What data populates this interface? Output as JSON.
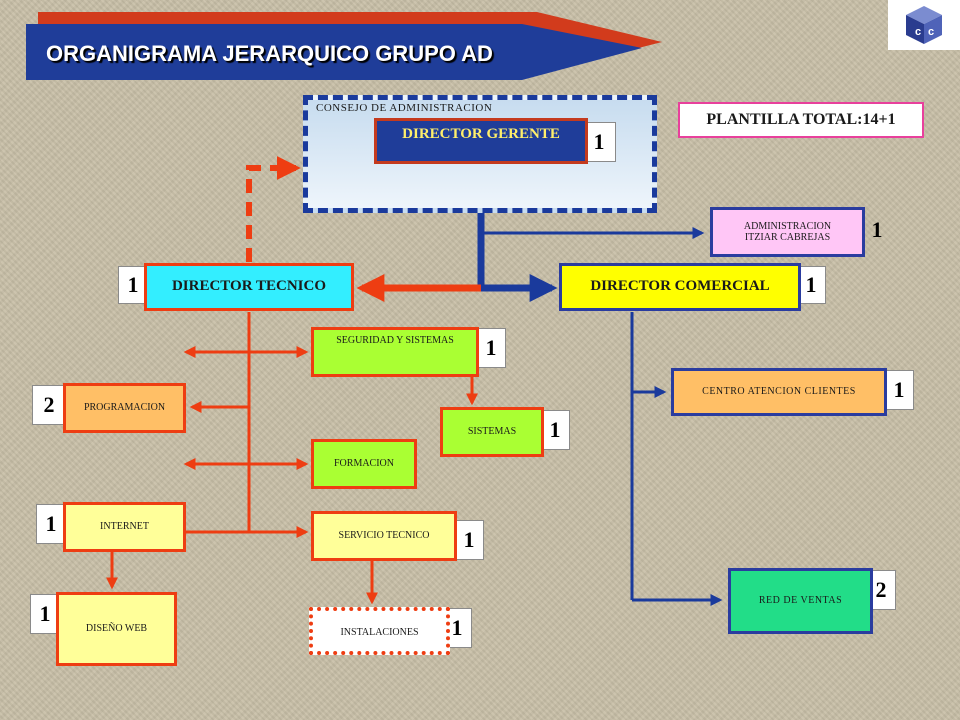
{
  "header": {
    "title": "ORGANIGRAMA JERARQUICO GRUPO AD"
  },
  "logo": {
    "icon": "cube-logo-icon"
  },
  "board": {
    "label": "CONSEJO DE ADMINISTRACION"
  },
  "staff_total": {
    "label": "PLANTILLA TOTAL:14+1"
  },
  "nodes": {
    "director_gerente": {
      "label": "DIRECTOR GERENTE",
      "count": "1"
    },
    "administracion": {
      "label_line1": "ADMINISTRACION",
      "label_line2": "ITZIAR CABREJAS",
      "count": "1"
    },
    "director_tecnico": {
      "label": "DIRECTOR TECNICO",
      "count": "1"
    },
    "director_comercial": {
      "label": "DIRECTOR COMERCIAL",
      "count": "1"
    },
    "seguridad_sistemas": {
      "label": "SEGURIDAD Y SISTEMAS",
      "count": "1"
    },
    "programacion": {
      "label": "PROGRAMACION",
      "count": "2"
    },
    "sistemas": {
      "label": "SISTEMAS",
      "count": "1"
    },
    "formacion": {
      "label": "FORMACION"
    },
    "internet": {
      "label": "INTERNET",
      "count": "1"
    },
    "servicio_tecnico": {
      "label": "SERVICIO TECNICO",
      "count": "1"
    },
    "diseno_web": {
      "label": "DISEÑO WEB",
      "count": "1"
    },
    "instalaciones": {
      "label": "INSTALACIONES",
      "count": "1"
    },
    "centro_atencion": {
      "label": "CENTRO ATENCION CLIENTES",
      "count": "1"
    },
    "red_ventas": {
      "label": "RED DE VENTAS",
      "count": "2"
    }
  },
  "colors": {
    "header_blue": "#1f3d99",
    "header_red": "#d23b1c",
    "blue_line": "#1a3a9c",
    "red_line": "#ee3d12",
    "cyan": "#33eeff",
    "yellow": "#ffff00",
    "pink": "#ffc6f6",
    "green": "#aaff33",
    "light_yellow": "#ffff99",
    "orange": "#ffbf66",
    "teal": "#22dd88"
  }
}
